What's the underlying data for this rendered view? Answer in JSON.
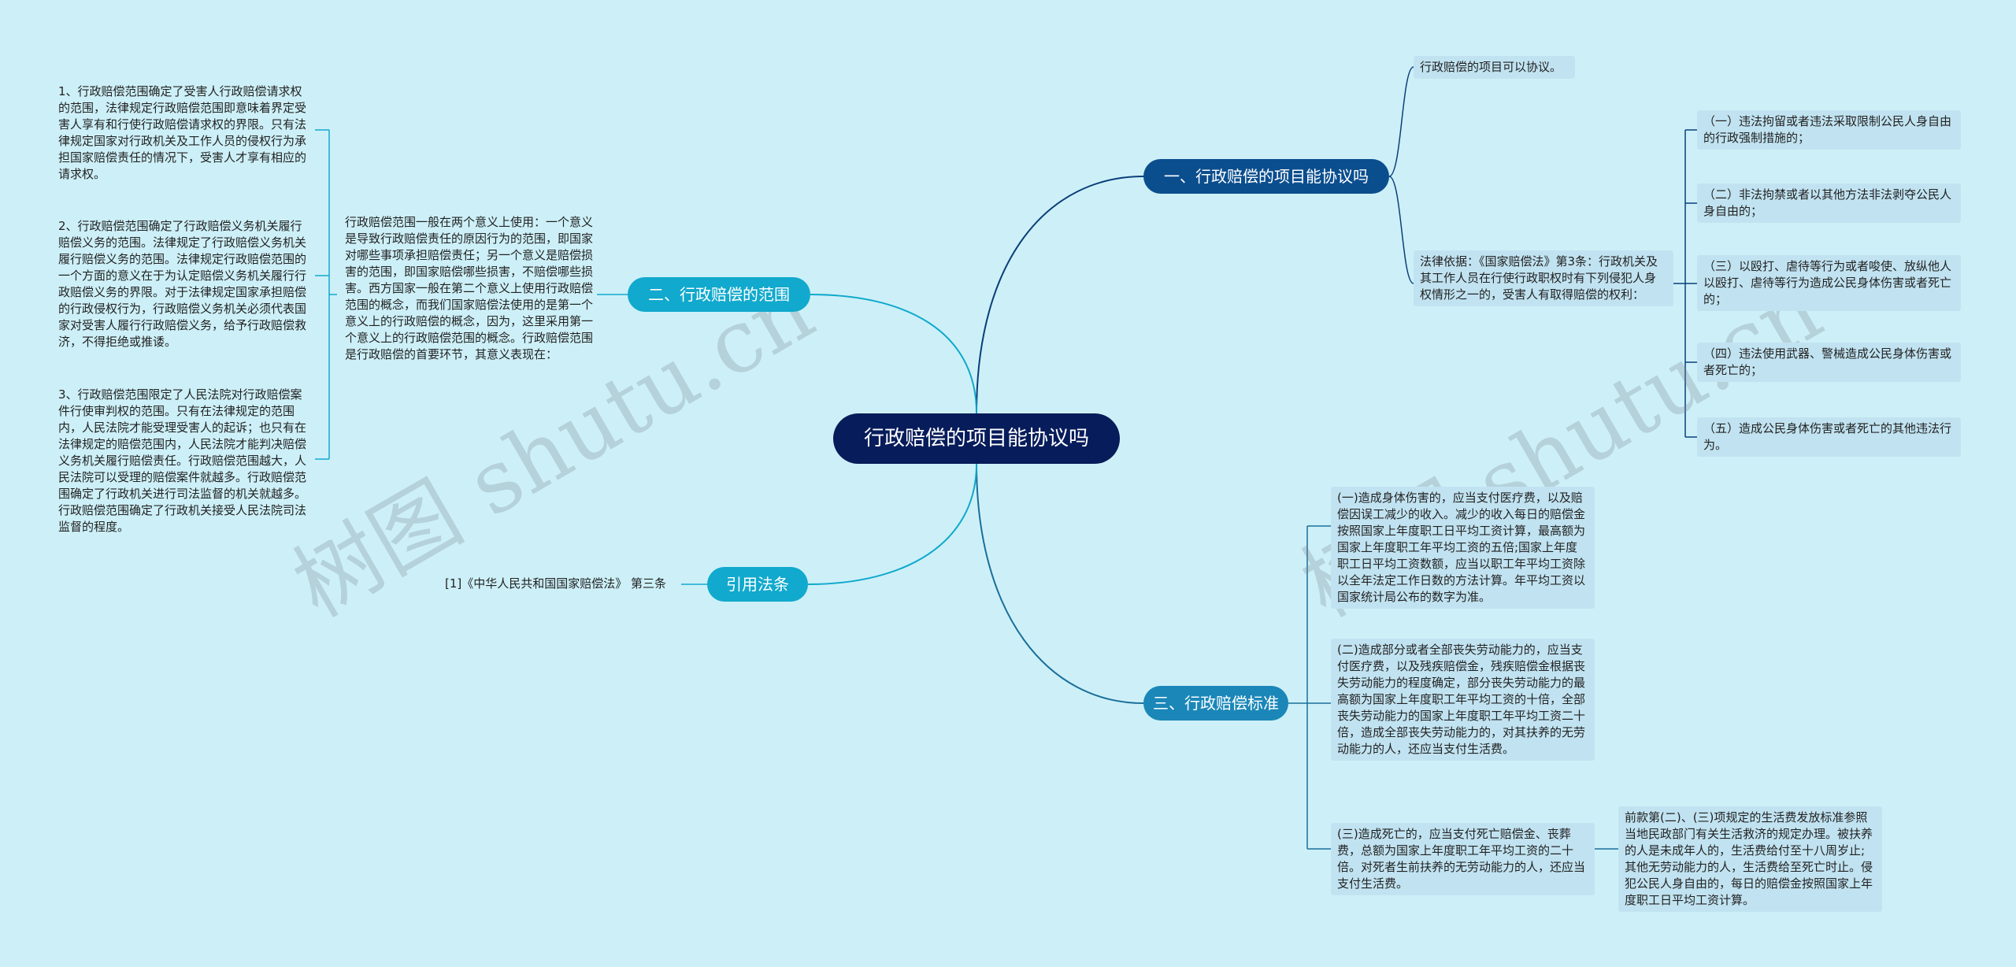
{
  "root": {
    "title": "行政赔偿的项目能协议吗"
  },
  "branches": {
    "b1": {
      "label": "一、行政赔偿的项目能协议吗",
      "note": "行政赔偿的项目可以协议。",
      "law": "法律依据：《国家赔偿法》第3条：行政机关及其工作人员在行使行政职权时有下列侵犯人身权情形之一的，受害人有取得赔偿的权利：",
      "items": [
        "（一）违法拘留或者违法采取限制公民人身自由的行政强制措施的；",
        "（二）非法拘禁或者以其他方法非法剥夺公民人身自由的；",
        "（三）以殴打、虐待等行为或者唆使、放纵他人以殴打、虐待等行为造成公民身体伤害或者死亡的；",
        "（四）违法使用武器、警械造成公民身体伤害或者死亡的；",
        "（五）造成公民身体伤害或者死亡的其他违法行为。"
      ]
    },
    "b2": {
      "label": "二、行政赔偿的范围",
      "intro": "行政赔偿范围一般在两个意义上使用：一个意义是导致行政赔偿责任的原因行为的范围，即国家对哪些事项承担赔偿责任；另一个意义是赔偿损害的范围，即国家赔偿哪些损害，不赔偿哪些损害。西方国家一般在第二个意义上使用行政赔偿范围的概念，而我们国家赔偿法使用的是第一个意义上的行政赔偿的概念，因为，这里采用第一个意义上的行政赔偿范围的概念。行政赔偿范围是行政赔偿的首要环节，其意义表现在：",
      "items": [
        "1、行政赔偿范围确定了受害人行政赔偿请求权的范围，法律规定行政赔偿范围即意味着界定受害人享有和行使行政赔偿请求权的界限。只有法律规定国家对行政机关及工作人员的侵权行为承担国家赔偿责任的情况下，受害人才享有相应的请求权。",
        "2、行政赔偿范围确定了行政赔偿义务机关履行赔偿义务的范围。法律规定了行政赔偿义务机关履行赔偿义务的范围。法律规定行政赔偿范围的一个方面的意义在于为认定赔偿义务机关履行行政赔偿义务的界限。对于法律规定国家承担赔偿的行政侵权行为，行政赔偿义务机关必须代表国家对受害人履行行政赔偿义务，给予行政赔偿救济，不得拒绝或推诿。",
        "3、行政赔偿范围限定了人民法院对行政赔偿案件行使审判权的范围。只有在法律规定的范围内，人民法院才能受理受害人的起诉；也只有在法律规定的赔偿范围内，人民法院才能判决赔偿义务机关履行赔偿责任。行政赔偿范围越大，人民法院可以受理的赔偿案件就越多。行政赔偿范围确定了行政机关进行司法监督的机关就越多。行政赔偿范围确定了行政机关接受人民法院司法监督的程度。"
      ]
    },
    "b3": {
      "label": "三、行政赔偿标准",
      "items": [
        "(一)造成身体伤害的，应当支付医疗费，以及赔偿因误工减少的收入。减少的收入每日的赔偿金按照国家上年度职工日平均工资计算，最高额为国家上年度职工年平均工资的五倍;国家上年度职工日平均工资数额，应当以职工年平均工资除以全年法定工作日数的方法计算。年平均工资以国家统计局公布的数字为准。",
        "(二)造成部分或者全部丧失劳动能力的，应当支付医疗费，以及残疾赔偿金，残疾赔偿金根据丧失劳动能力的程度确定，部分丧失劳动能力的最高额为国家上年度职工年平均工资的十倍，全部丧失劳动能力的国家上年度职工年平均工资二十倍，造成全部丧失劳动能力的，对其扶养的无劳动能力的人，还应当支付生活费。",
        "(三)造成死亡的，应当支付死亡赔偿金、丧葬费，总额为国家上年度职工年平均工资的二十倍。对死者生前扶养的无劳动能力的人，还应当支付生活费。"
      ],
      "sub": "前款第(二)、(三)项规定的生活费发放标准参照当地民政部门有关生活救济的规定办理。被扶养的人是未成年人的，生活费给付至十八周岁止;其他无劳动能力的人，生活费给至死亡时止。侵犯公民人身自由的，每日的赔偿金按照国家上年度职工日平均工资计算。"
    },
    "b4": {
      "label": "引用法条",
      "ref": "[1]《中华人民共和国国家赔偿法》 第三条"
    }
  },
  "watermarks": [
    "树图 shutu.cn",
    "树图 shutu.cn"
  ],
  "colors": {
    "background": "#cdf0f8",
    "root": "#071c5a",
    "branch1": "#0b4e8e",
    "branch3": "#1b87b8",
    "branch_left": "#11a9cd",
    "leaf_box": "#c1e3f1"
  }
}
